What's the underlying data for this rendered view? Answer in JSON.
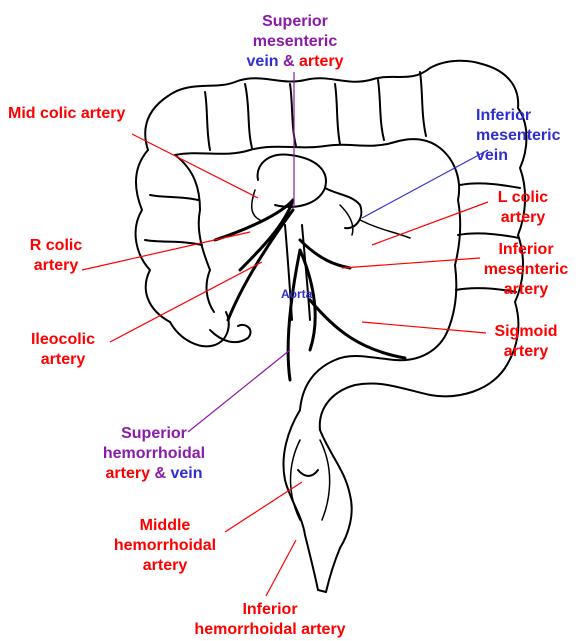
{
  "colors": {
    "artery": "#ff0000",
    "vein": "#2f2fd0",
    "combined": "#8b1aa8",
    "drawing": "#000000",
    "background": "#ffffff"
  },
  "labels": {
    "superior_mesenteric": {
      "line1": "Superior",
      "line2": "mesenteric",
      "line3_vein": "vein",
      "line3_amp": "&",
      "line3_artery": "artery"
    },
    "mid_colic": {
      "line1": "Mid colic artery"
    },
    "inferior_mesenteric_vein": {
      "line1": "Inferior",
      "line2": "mesenteric",
      "line3": "vein"
    },
    "l_colic": {
      "line1": "L colic",
      "line2": "artery"
    },
    "r_colic": {
      "line1": "R colic",
      "line2": "artery"
    },
    "inferior_mesenteric_artery": {
      "line1": "Inferior",
      "line2": "mesenteric",
      "line3": "artery"
    },
    "aorta": {
      "line1": "Aorta"
    },
    "ileocolic": {
      "line1": "Ileocolic",
      "line2": "artery"
    },
    "sigmoid": {
      "line1": "Sigmoid",
      "line2": "artery"
    },
    "superior_hemorrhoidal": {
      "line1": "Superior",
      "line2": "hemorrhoidal",
      "line3_artery": "artery",
      "line3_amp": "&",
      "line3_vein": "vein"
    },
    "middle_hemorrhoidal": {
      "line1": "Middle",
      "line2": "hemorrhoidal",
      "line3": "artery"
    },
    "inferior_hemorrhoidal": {
      "line1": "Inferior",
      "line2": "hemorrhoidal artery"
    }
  }
}
